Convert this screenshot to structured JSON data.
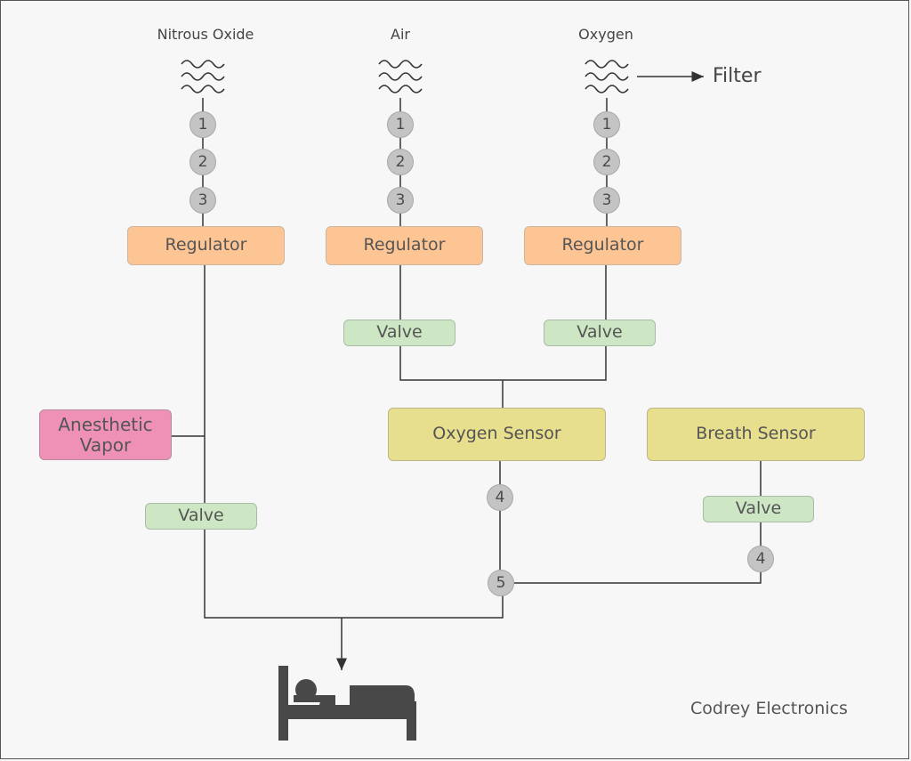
{
  "gases": [
    {
      "label": "Nitrous Oxide",
      "steps": [
        "1",
        "2",
        "3"
      ],
      "regulator": "Regulator"
    },
    {
      "label": "Air",
      "steps": [
        "1",
        "2",
        "3"
      ],
      "regulator": "Regulator"
    },
    {
      "label": "Oxygen",
      "steps": [
        "1",
        "2",
        "3"
      ],
      "regulator": "Regulator"
    }
  ],
  "filter": "Filter",
  "valves": {
    "air": "Valve",
    "oxygen": "Valve",
    "nitrous": "Valve",
    "breath": "Valve"
  },
  "anesthetic_vapor": "Anesthetic Vapor",
  "oxygen_sensor": {
    "label": "Oxygen Sensor",
    "step": "4"
  },
  "breath_sensor": {
    "label": "Breath Sensor",
    "step": "4"
  },
  "merge_step": "5",
  "brand": "Codrey Electronics",
  "colors": {
    "regulator": "#fec594",
    "valve": "#cde7c5",
    "sensor": "#e7de8e",
    "vapor": "#ef91b6",
    "step_circle": "#c4c4c4",
    "line": "#333333"
  },
  "icons": [
    "gas-wave-icon",
    "hospital-bed-icon",
    "arrow-right-icon",
    "arrow-down-icon"
  ]
}
